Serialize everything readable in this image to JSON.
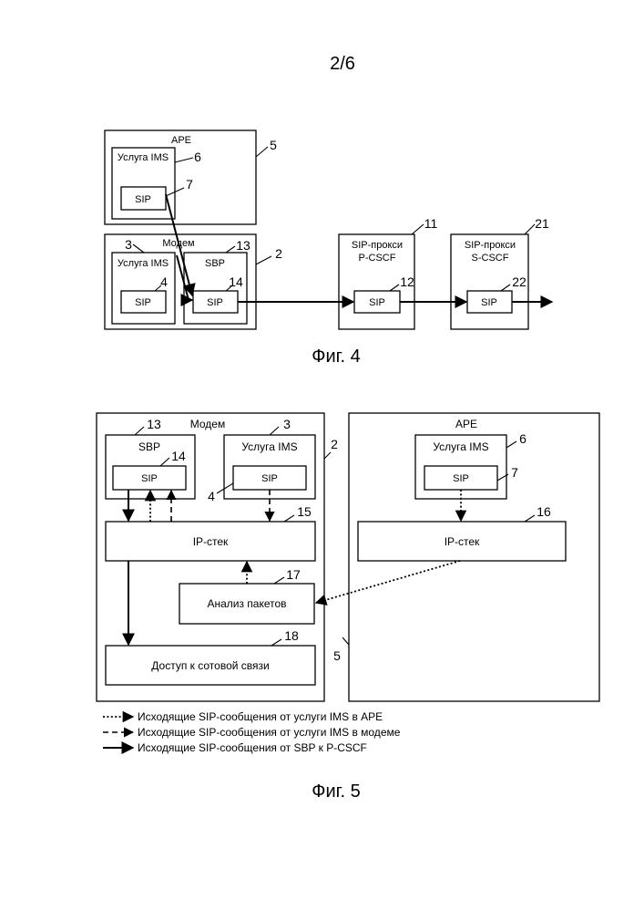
{
  "page_number": "2/6",
  "fig4": {
    "caption": "Фиг. 4",
    "ape": {
      "title": "APE",
      "num": "5"
    },
    "ims_ape": {
      "title": "Услуга IMS",
      "num": "6"
    },
    "sip_ape": {
      "label": "SIP",
      "num": "7"
    },
    "modem": {
      "title": "Модем",
      "num": "2"
    },
    "ims_modem": {
      "title": "Услуга IMS",
      "num": "3"
    },
    "sip_modem": {
      "label": "SIP",
      "num": "4"
    },
    "sbp": {
      "title": "SBP",
      "num": "13"
    },
    "sip_sbp": {
      "label": "SIP",
      "num": "14"
    },
    "pcscf": {
      "title1": "SIP-прокси",
      "title2": "P-CSCF",
      "num": "11"
    },
    "sip_pcscf": {
      "label": "SIP",
      "num": "12"
    },
    "scscf": {
      "title1": "SIP-прокси",
      "title2": "S-CSCF",
      "num": "21"
    },
    "sip_scscf": {
      "label": "SIP",
      "num": "22"
    }
  },
  "fig5": {
    "caption": "Фиг. 5",
    "modem": {
      "title": "Модем",
      "num": "2"
    },
    "ape": {
      "title": "APE",
      "num": "5"
    },
    "sbp": {
      "title": "SBP",
      "num": "13"
    },
    "sip_sbp": {
      "label": "SIP",
      "num": "14"
    },
    "ims_modem": {
      "title": "Услуга IMS",
      "num": "3"
    },
    "sip_modem": {
      "label": "SIP",
      "num": "4"
    },
    "ims_ape": {
      "title": "Услуга IMS",
      "num": "6"
    },
    "sip_ape": {
      "label": "SIP",
      "num": "7"
    },
    "ipstack_modem": {
      "label": "IP-стек",
      "num": "15"
    },
    "ipstack_ape": {
      "label": "IP-стек",
      "num": "16"
    },
    "packet_analysis": {
      "label": "Анализ пакетов",
      "num": "17"
    },
    "cellular_access": {
      "label": "Доступ к сотовой связи",
      "num": "18"
    }
  },
  "legend": [
    {
      "style": "dotted",
      "text": "Исходящие SIP-сообщения от услуги IMS в APE"
    },
    {
      "style": "dashed",
      "text": "Исходящие SIP-сообщения от услуги IMS в модеме"
    },
    {
      "style": "solid",
      "text": "Исходящие SIP-сообщения от SBP к P-CSCF"
    }
  ]
}
